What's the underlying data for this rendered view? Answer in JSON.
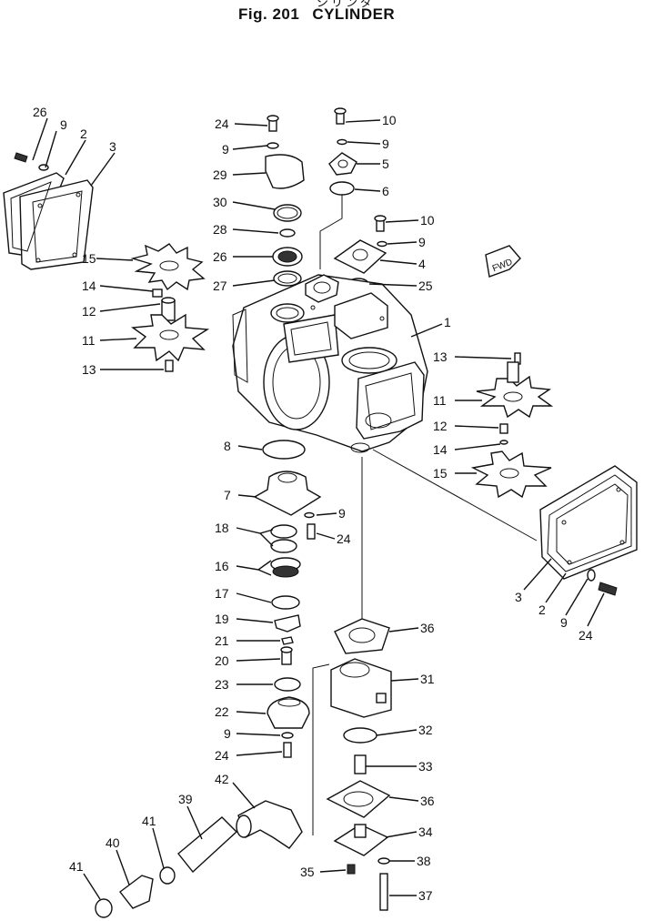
{
  "header": {
    "subtitle_jp": "シリンダ",
    "fig_label": "Fig. 201",
    "title": "CYLINDER"
  },
  "fwd_marker": "FWD",
  "callouts": [
    {
      "id": "c26a",
      "text": "26"
    },
    {
      "id": "c9a",
      "text": "9"
    },
    {
      "id": "c2a",
      "text": "2"
    },
    {
      "id": "c3a",
      "text": "3"
    },
    {
      "id": "c15a",
      "text": "15"
    },
    {
      "id": "c14a",
      "text": "14"
    },
    {
      "id": "c12a",
      "text": "12"
    },
    {
      "id": "c11a",
      "text": "11"
    },
    {
      "id": "c13a",
      "text": "13"
    },
    {
      "id": "c24a",
      "text": "24"
    },
    {
      "id": "c9b",
      "text": "9"
    },
    {
      "id": "c29",
      "text": "29"
    },
    {
      "id": "c30",
      "text": "30"
    },
    {
      "id": "c28",
      "text": "28"
    },
    {
      "id": "c26b",
      "text": "26"
    },
    {
      "id": "c27",
      "text": "27"
    },
    {
      "id": "c10a",
      "text": "10"
    },
    {
      "id": "c9c",
      "text": "9"
    },
    {
      "id": "c5",
      "text": "5"
    },
    {
      "id": "c6",
      "text": "6"
    },
    {
      "id": "c10b",
      "text": "10"
    },
    {
      "id": "c9d",
      "text": "9"
    },
    {
      "id": "c4",
      "text": "4"
    },
    {
      "id": "c25",
      "text": "25"
    },
    {
      "id": "c1",
      "text": "1"
    },
    {
      "id": "c13b",
      "text": "13"
    },
    {
      "id": "c11b",
      "text": "11"
    },
    {
      "id": "c12b",
      "text": "12"
    },
    {
      "id": "c14b",
      "text": "14"
    },
    {
      "id": "c15b",
      "text": "15"
    },
    {
      "id": "c8",
      "text": "8"
    },
    {
      "id": "c7",
      "text": "7"
    },
    {
      "id": "c9e",
      "text": "9"
    },
    {
      "id": "c18",
      "text": "18"
    },
    {
      "id": "c24b",
      "text": "24"
    },
    {
      "id": "c16",
      "text": "16"
    },
    {
      "id": "c17",
      "text": "17"
    },
    {
      "id": "c19",
      "text": "19"
    },
    {
      "id": "c21",
      "text": "21"
    },
    {
      "id": "c20",
      "text": "20"
    },
    {
      "id": "c23",
      "text": "23"
    },
    {
      "id": "c22",
      "text": "22"
    },
    {
      "id": "c9f",
      "text": "9"
    },
    {
      "id": "c24c",
      "text": "24"
    },
    {
      "id": "c3b",
      "text": "3"
    },
    {
      "id": "c2b",
      "text": "2"
    },
    {
      "id": "c9g",
      "text": "9"
    },
    {
      "id": "c24d",
      "text": "24"
    },
    {
      "id": "c36a",
      "text": "36"
    },
    {
      "id": "c31",
      "text": "31"
    },
    {
      "id": "c32",
      "text": "32"
    },
    {
      "id": "c33",
      "text": "33"
    },
    {
      "id": "c36b",
      "text": "36"
    },
    {
      "id": "c34",
      "text": "34"
    },
    {
      "id": "c38",
      "text": "38"
    },
    {
      "id": "c35",
      "text": "35"
    },
    {
      "id": "c37",
      "text": "37"
    },
    {
      "id": "c42",
      "text": "42"
    },
    {
      "id": "c39",
      "text": "39"
    },
    {
      "id": "c41a",
      "text": "41"
    },
    {
      "id": "c40",
      "text": "40"
    },
    {
      "id": "c41b",
      "text": "41"
    }
  ]
}
